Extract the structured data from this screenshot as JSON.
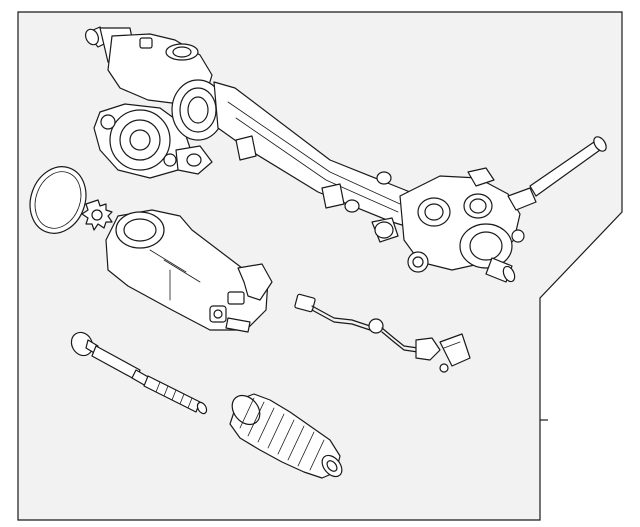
{
  "diagram": {
    "background": "#f2f2f2",
    "line_color": "#1a1a1a",
    "parts": [
      {
        "name": "steering-gear-rack-housing"
      },
      {
        "name": "o-ring-seal"
      },
      {
        "name": "pinion-gear"
      },
      {
        "name": "electric-assist-motor"
      },
      {
        "name": "electrical-harness"
      },
      {
        "name": "inner-tie-rod"
      },
      {
        "name": "rack-boot"
      }
    ]
  }
}
